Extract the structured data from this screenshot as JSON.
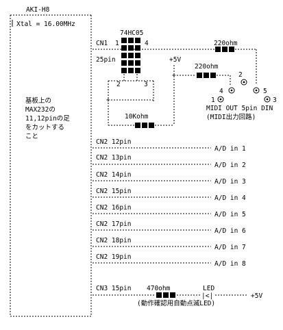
{
  "title": "AKI-H8",
  "xtal": "Xtal = 16.00MHz",
  "note_lines": [
    "基板上の",
    "MAX232の",
    "11,12pinの足",
    "をカットする",
    "こと"
  ],
  "cn1": {
    "label": "CN1",
    "pin1": "1",
    "pin4": "4",
    "chip": "74HC05",
    "pin25": "25pin",
    "pin2": "2",
    "pin3": "3"
  },
  "resistors": {
    "r220_top": "220ohm",
    "r220_mid": "220ohm",
    "r10k": "10Kohm",
    "r470": "470ohm"
  },
  "power": {
    "vplus_top": "+5V",
    "vplus_bottom": "+5V"
  },
  "midi": {
    "pin2": "2",
    "pin4": "4",
    "pin5": "5",
    "pin1": "1",
    "pin3": "3",
    "label": "MIDI OUT 5pin DIN",
    "sublabel": "(MIDI出力回路)"
  },
  "ad_lines": [
    {
      "pin": "CN2 12pin",
      "out": "A/D in 1"
    },
    {
      "pin": "CN2 13pin",
      "out": "A/D in 2"
    },
    {
      "pin": "CN2 14pin",
      "out": "A/D in 3"
    },
    {
      "pin": "CN2 15pin",
      "out": "A/D in 4"
    },
    {
      "pin": "CN2 16pin",
      "out": "A/D in 5"
    },
    {
      "pin": "CN2 17pin",
      "out": "A/D in 6"
    },
    {
      "pin": "CN2 18pin",
      "out": "A/D in 7"
    },
    {
      "pin": "CN2 19pin",
      "out": "A/D in 8"
    }
  ],
  "led_row": {
    "pin": "CN3 15pin",
    "led": "LED",
    "led_symbol": "|<|",
    "sublabel": "(動作確認用自動点滅LED)"
  }
}
